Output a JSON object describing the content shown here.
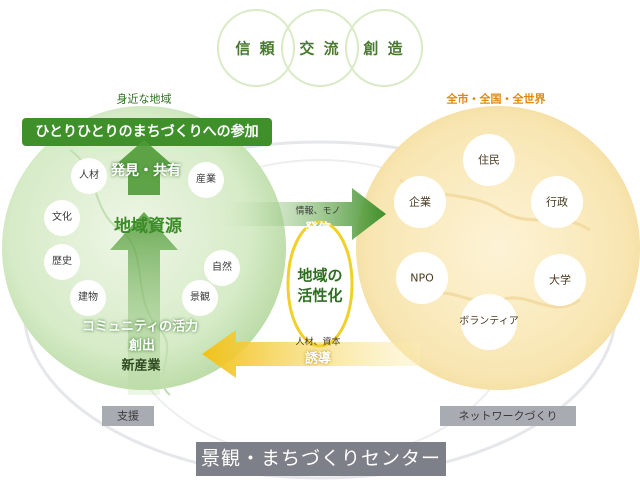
{
  "values": [
    "信 頼",
    "交 流",
    "創 造"
  ],
  "local": {
    "title": "身近な地域",
    "banner": "ひとりひとりのまちづくりへの参加",
    "discover": "発見・共有",
    "resources_title": "地域資源",
    "resources": [
      "人材",
      "産業",
      "文化",
      "歴史",
      "自然",
      "建物",
      "景観"
    ],
    "community": "コミュニティの活力",
    "create": "創出",
    "new_industry": "新産業"
  },
  "global": {
    "title": "全市・全国・全世界",
    "actors": [
      "住民",
      "企業",
      "行政",
      "NPO",
      "大学",
      "ボランティア"
    ]
  },
  "flows": {
    "outgoing_small": "情報、モノ",
    "outgoing": "発信",
    "center": [
      "地域の",
      "活性化"
    ],
    "incoming_small": "人材、資本",
    "incoming": "誘導"
  },
  "support": "支援",
  "network": "ネットワークづくり",
  "center_name": "景観・まちづくりセンター",
  "colors": {
    "green": "#3b8c28",
    "gold": "#f2c21a",
    "gray": "#7d8089",
    "cream": "#f8e7b6"
  }
}
